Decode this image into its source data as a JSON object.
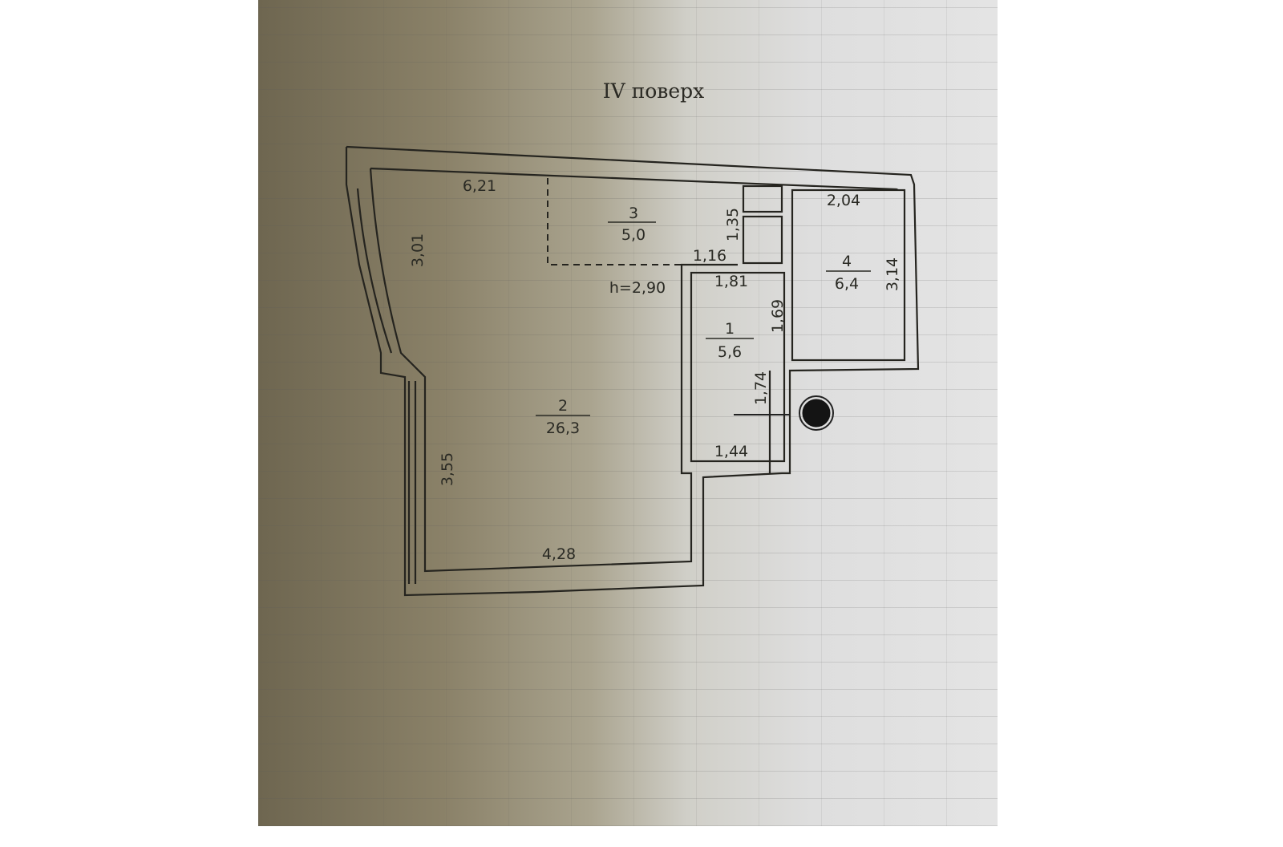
{
  "title": "IV поверх",
  "ceiling_height": "h=2,90",
  "rooms": [
    {
      "number": "1",
      "area": "5,6"
    },
    {
      "number": "2",
      "area": "26,3"
    },
    {
      "number": "3",
      "area": "5,0"
    },
    {
      "number": "4",
      "area": "6,4"
    }
  ],
  "dimensions": {
    "d621": "6,21",
    "d301": "3,01",
    "d355": "3,55",
    "d428": "4,28",
    "d135": "1,35",
    "d116": "1,16",
    "d181": "1,81",
    "d169": "1,69",
    "d174": "1,74",
    "d144": "1,44",
    "d204": "2,04",
    "d314": "3,14"
  }
}
